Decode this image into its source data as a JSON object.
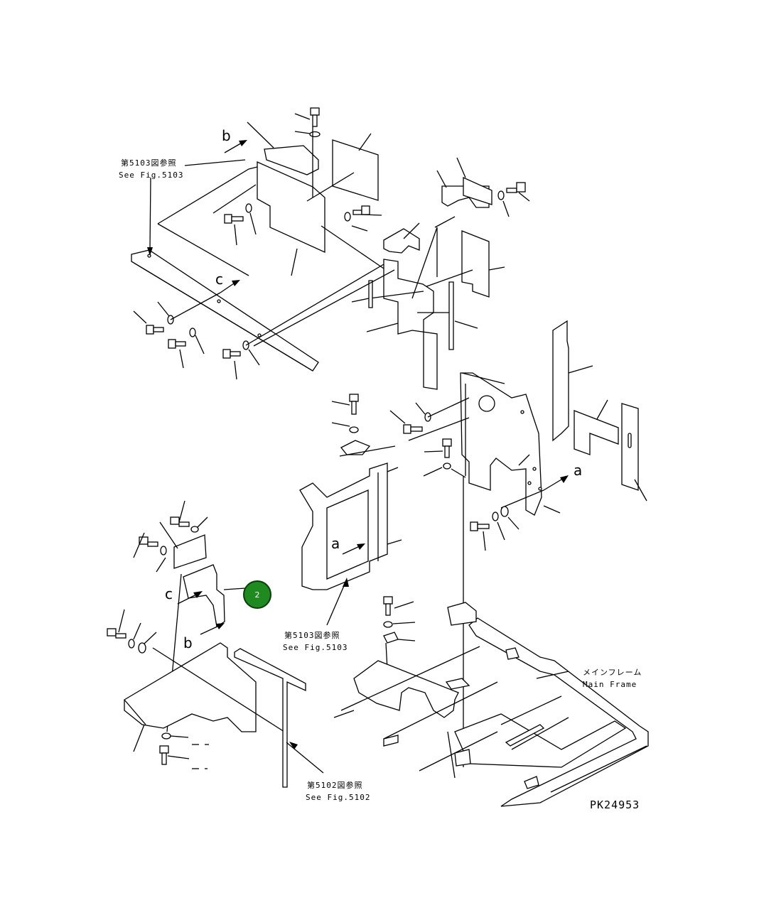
{
  "refs": {
    "top_left": {
      "jp": "第5103図参照",
      "en": "See Fig.5103"
    },
    "center": {
      "jp": "第5103図参照",
      "en": "See Fig.5103"
    },
    "bottom": {
      "jp": "第5102図参照",
      "en": "See Fig.5102"
    }
  },
  "main_frame": {
    "jp": "メインフレーム",
    "en": "Main Frame"
  },
  "view_letters": {
    "b_top": "b",
    "c_mid": "c",
    "a_right": "a",
    "a_center": "a",
    "c_left": "c",
    "b_left": "b"
  },
  "callout": {
    "number": "2",
    "color": "#1f8a1f",
    "border": "#0b3d0b"
  },
  "drawing_code": "PK24953"
}
